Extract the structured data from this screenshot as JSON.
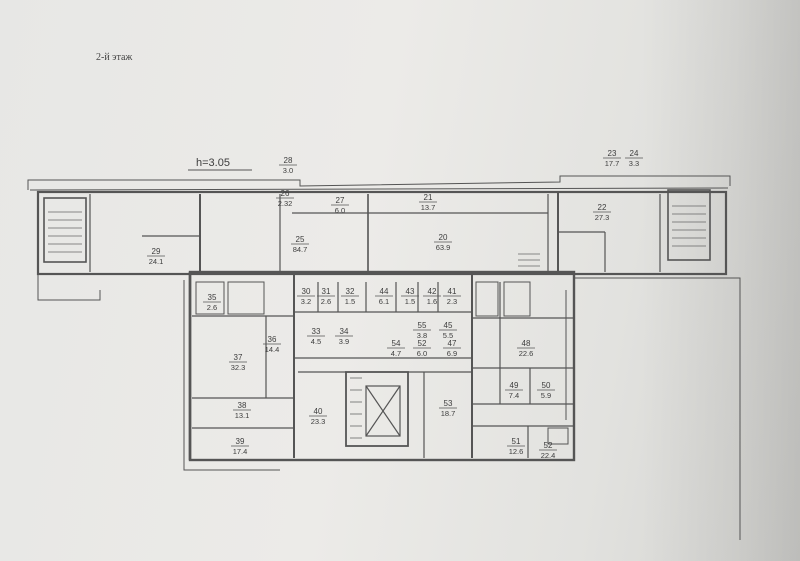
{
  "floor_label": "2-й этаж",
  "height_label": "h=3.05",
  "rooms": [
    {
      "id": "26",
      "area": "2.32"
    },
    {
      "id": "27",
      "area": "6.0"
    },
    {
      "id": "28",
      "area": "3.0"
    },
    {
      "id": "21",
      "area": "13.7"
    },
    {
      "id": "23",
      "area": "17.7"
    },
    {
      "id": "24",
      "area": "3.3"
    },
    {
      "id": "22",
      "area": "27.3"
    },
    {
      "id": "25",
      "area": "84.7"
    },
    {
      "id": "20",
      "area": "63.9"
    },
    {
      "id": "29",
      "area": "24.1"
    },
    {
      "id": "30",
      "area": "3.2"
    },
    {
      "id": "31",
      "area": "2.6"
    },
    {
      "id": "32",
      "area": "1.5"
    },
    {
      "id": "44",
      "area": "6.1"
    },
    {
      "id": "43",
      "area": "1.5"
    },
    {
      "id": "42",
      "area": "1.6"
    },
    {
      "id": "41",
      "area": "2.3"
    },
    {
      "id": "33",
      "area": "4.5"
    },
    {
      "id": "34",
      "area": "3.9"
    },
    {
      "id": "55",
      "area": "3.8"
    },
    {
      "id": "54",
      "area": "4.7"
    },
    {
      "id": "52",
      "area": "6.0"
    },
    {
      "id": "45",
      "area": "5.5"
    },
    {
      "id": "47",
      "area": "6.9"
    },
    {
      "id": "48",
      "area": "22.6"
    },
    {
      "id": "37",
      "area": "32.3"
    },
    {
      "id": "36",
      "area": "14.4"
    },
    {
      "id": "38",
      "area": "13.1"
    },
    {
      "id": "39",
      "area": "17.4"
    },
    {
      "id": "40",
      "area": "23.3"
    },
    {
      "id": "53",
      "area": "18.7"
    },
    {
      "id": "49",
      "area": "7.4"
    },
    {
      "id": "50",
      "area": "5.9"
    },
    {
      "id": "51",
      "area": "12.6"
    },
    {
      "id": "52",
      "area": "22.4"
    },
    {
      "id": "35",
      "area": "2.6"
    }
  ]
}
